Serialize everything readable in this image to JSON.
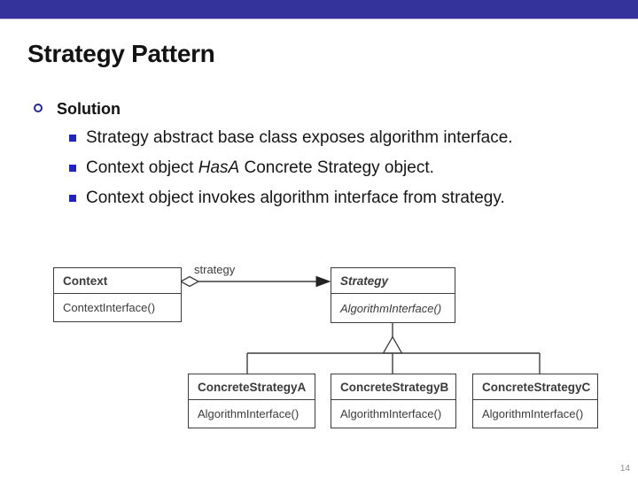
{
  "slide": {
    "title": "Strategy Pattern",
    "page_number": "14"
  },
  "colors": {
    "accent_bar": "#34339B",
    "ring_bullet": "#2B2B84",
    "square_bullet": "#2424BA",
    "diagram_line": "#3d3d3d",
    "page_number": "#8a8a8a"
  },
  "icons": {
    "level1_bullet": "hollow-circle",
    "level2_bullet": "filled-square",
    "aggregation": "hollow-diamond",
    "association_end": "filled-arrowhead",
    "inheritance": "hollow-triangle"
  },
  "bullets": {
    "heading": "Solution",
    "items": [
      {
        "text": "Strategy abstract base class exposes algorithm interface."
      },
      {
        "prefix": "Context object ",
        "emphasis": "HasA",
        "suffix": " Concrete Strategy object."
      },
      {
        "text": "Context object invokes algorithm interface from strategy."
      }
    ]
  },
  "diagram": {
    "association_label": "strategy",
    "classes": {
      "context": {
        "name": "Context",
        "method": "ContextInterface()"
      },
      "strategy": {
        "name": "Strategy",
        "method": "AlgorithmInterface()"
      },
      "concrete_a": {
        "name": "ConcreteStrategyA",
        "method": "AlgorithmInterface()"
      },
      "concrete_b": {
        "name": "ConcreteStrategyB",
        "method": "AlgorithmInterface()"
      },
      "concrete_c": {
        "name": "ConcreteStrategyC",
        "method": "AlgorithmInterface()"
      }
    }
  }
}
